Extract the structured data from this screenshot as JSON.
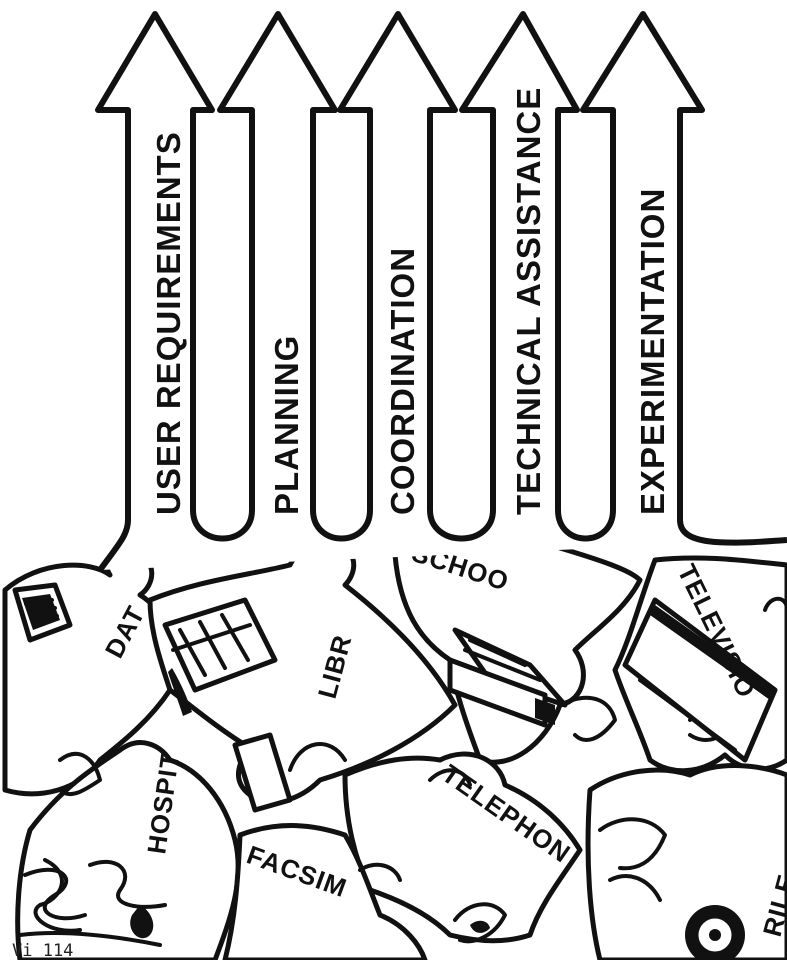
{
  "arrows": [
    {
      "label": "USER REQUIREMENTS"
    },
    {
      "label": "PLANNING"
    },
    {
      "label": "COORDINATION"
    },
    {
      "label": "TECHNICAL ASSISTANCE"
    },
    {
      "label": "EXPERIMENTATION"
    }
  ],
  "pieces": [
    {
      "label": "DAT"
    },
    {
      "label": "LIBR"
    },
    {
      "label": "SCHOO"
    },
    {
      "label": "TELEVISIO"
    },
    {
      "label": "HOSPIT"
    },
    {
      "label": "TELEPHON"
    },
    {
      "label": "FACSIM"
    },
    {
      "label": "RILE"
    }
  ],
  "footer": {
    "page_number": "Vi 114"
  },
  "colors": {
    "ink": "#111111",
    "paper": "#ffffff"
  }
}
